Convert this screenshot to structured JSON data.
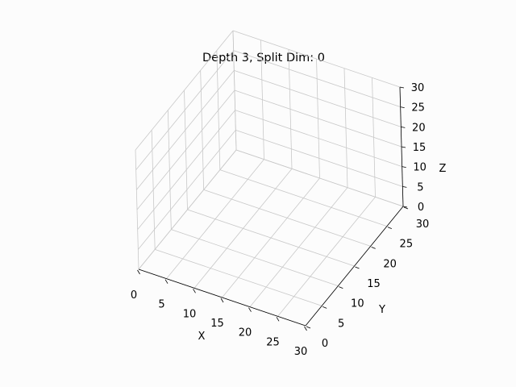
{
  "chart_data": {
    "type": "scatter",
    "projection": "3d",
    "title": "Depth 3, Split Dim: 0",
    "xlabel": "X",
    "ylabel": "Y",
    "zlabel": "Z",
    "xlim": [
      0,
      30
    ],
    "ylim": [
      0,
      30
    ],
    "zlim": [
      0,
      30
    ],
    "xticks": [
      "0",
      "5",
      "10",
      "15",
      "20",
      "25",
      "30"
    ],
    "yticks": [
      "0",
      "5",
      "10",
      "15",
      "20",
      "25",
      "30"
    ],
    "zticks": [
      "0",
      "5",
      "10",
      "15",
      "20",
      "25",
      "30"
    ],
    "grid": true,
    "series": []
  }
}
